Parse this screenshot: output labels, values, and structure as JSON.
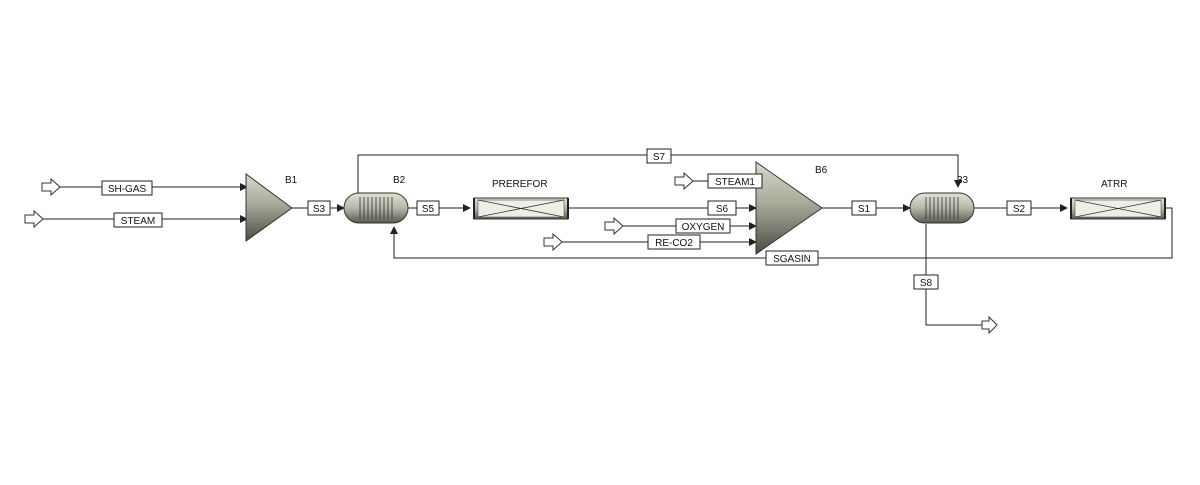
{
  "diagram": {
    "blocks": {
      "b1": "B1",
      "b2": "B2",
      "b6": "B6",
      "b3": "33",
      "prerefor": "PREREFOR",
      "atrr": "ATRR"
    },
    "streams": {
      "sh_gas": "SH-GAS",
      "steam": "STEAM",
      "s3": "S3",
      "s5": "S5",
      "s6": "S6",
      "s7": "S7",
      "steam1": "STEAM1",
      "oxygen": "OXYGEN",
      "re_co2": "RE-CO2",
      "s1": "S1",
      "s2": "S2",
      "sgasin": "SGASIN",
      "s8": "S8"
    }
  }
}
